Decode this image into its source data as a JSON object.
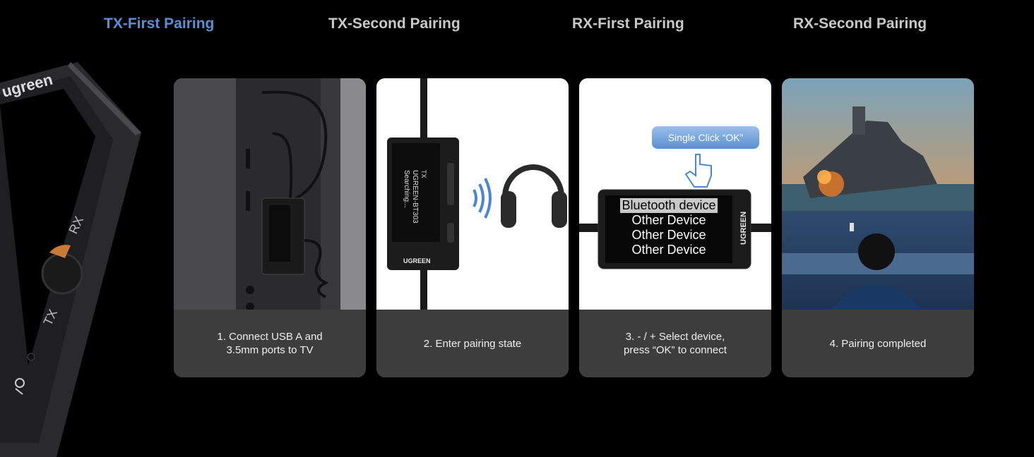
{
  "tabs": [
    {
      "label": "TX-First Pairing",
      "active": true
    },
    {
      "label": "TX-Second Pairing",
      "active": false
    },
    {
      "label": "RX-First Pairing",
      "active": false
    },
    {
      "label": "RX-Second Pairing",
      "active": false
    }
  ],
  "device": {
    "logo": "ugreen",
    "label_rx": "RX",
    "label_tx": "TX"
  },
  "steps": [
    {
      "caption": "1. Connect USB A and\n3.5mm ports to TV"
    },
    {
      "caption": "2. Enter pairing state",
      "screen_lines": [
        "TX",
        "UGREEN-BT303",
        "Searching..."
      ],
      "brand": "UGREEN"
    },
    {
      "caption": "3. - / + Select device,\npress “OK” to connect",
      "hint": "Single Click “OK”",
      "menu": [
        "Bluetooth device",
        "Other Device",
        "Other Device",
        "Other Device"
      ],
      "brand": "UGREEN"
    },
    {
      "caption": "4. Pairing completed"
    }
  ],
  "colors": {
    "accent": "#5b8fd3",
    "card_caption_bg": "#3d3d3d",
    "background": "#000000"
  }
}
